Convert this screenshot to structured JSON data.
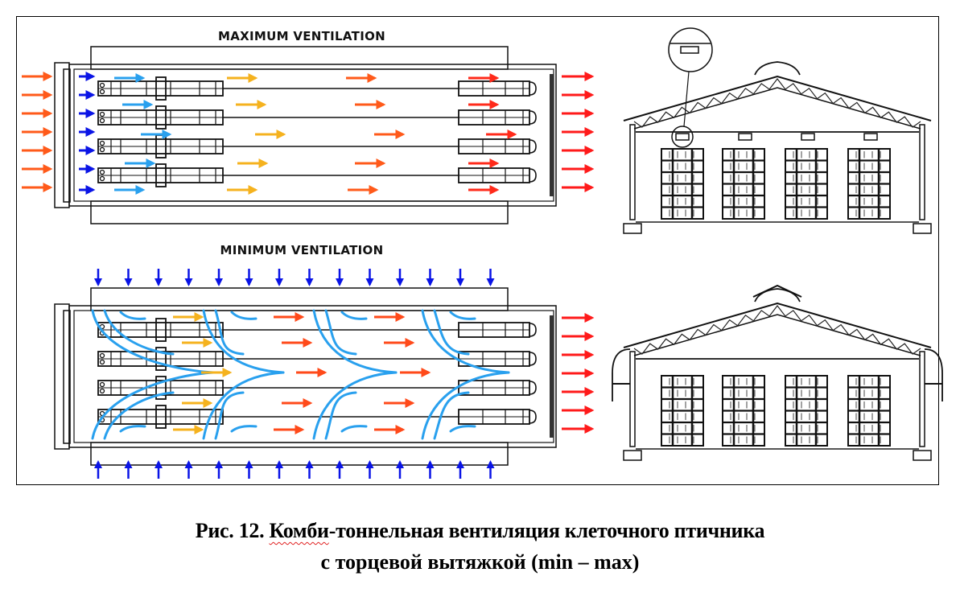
{
  "figure": {
    "panels": [
      {
        "id": "maximum",
        "title": "MAXIMUM VENTILATION",
        "mode": "tunnel",
        "inlet_arrows": {
          "side": "left-end",
          "count": 7,
          "color": "#ff5a1a"
        },
        "inner_inlet_arrows": {
          "count": 7,
          "color": "#0a14e6"
        },
        "exhaust_arrows": {
          "side": "right-end",
          "count": 7,
          "color": "#ff1a1a"
        },
        "cage_rows": 4,
        "flow_colors": [
          "#29a0ee",
          "#f5b21e",
          "#ff5a1a",
          "#ff2a1a"
        ]
      },
      {
        "id": "minimum",
        "title": "MINIMUM VENTILATION",
        "mode": "side-inlets",
        "top_inlet_arrows": {
          "count": 14,
          "direction": "down",
          "color": "#0a14e6"
        },
        "bottom_inlet_arrows": {
          "count": 14,
          "direction": "up",
          "color": "#0a14e6"
        },
        "exhaust_arrows": {
          "side": "right-end",
          "count": 7,
          "color": "#ff1a1a"
        },
        "cage_rows": 4,
        "flow_colors": [
          "#29a0ee",
          "#f5b21e",
          "#ff4a1a"
        ]
      }
    ],
    "cross_sections": [
      {
        "id": "section-max",
        "cage_batteries": 4,
        "ceiling_inlets": 4,
        "has_detail_callout": true
      },
      {
        "id": "section-min",
        "cage_batteries": 4,
        "side_hoods": 2,
        "has_ridge_vent": true
      }
    ]
  },
  "caption": {
    "prefix": "Рис. 12. ",
    "flagged_word": "Комби",
    "line1_rest": "-тоннельная вентиляция клеточного птичника",
    "line2": "с торцевой вытяжкой (min – max)"
  }
}
